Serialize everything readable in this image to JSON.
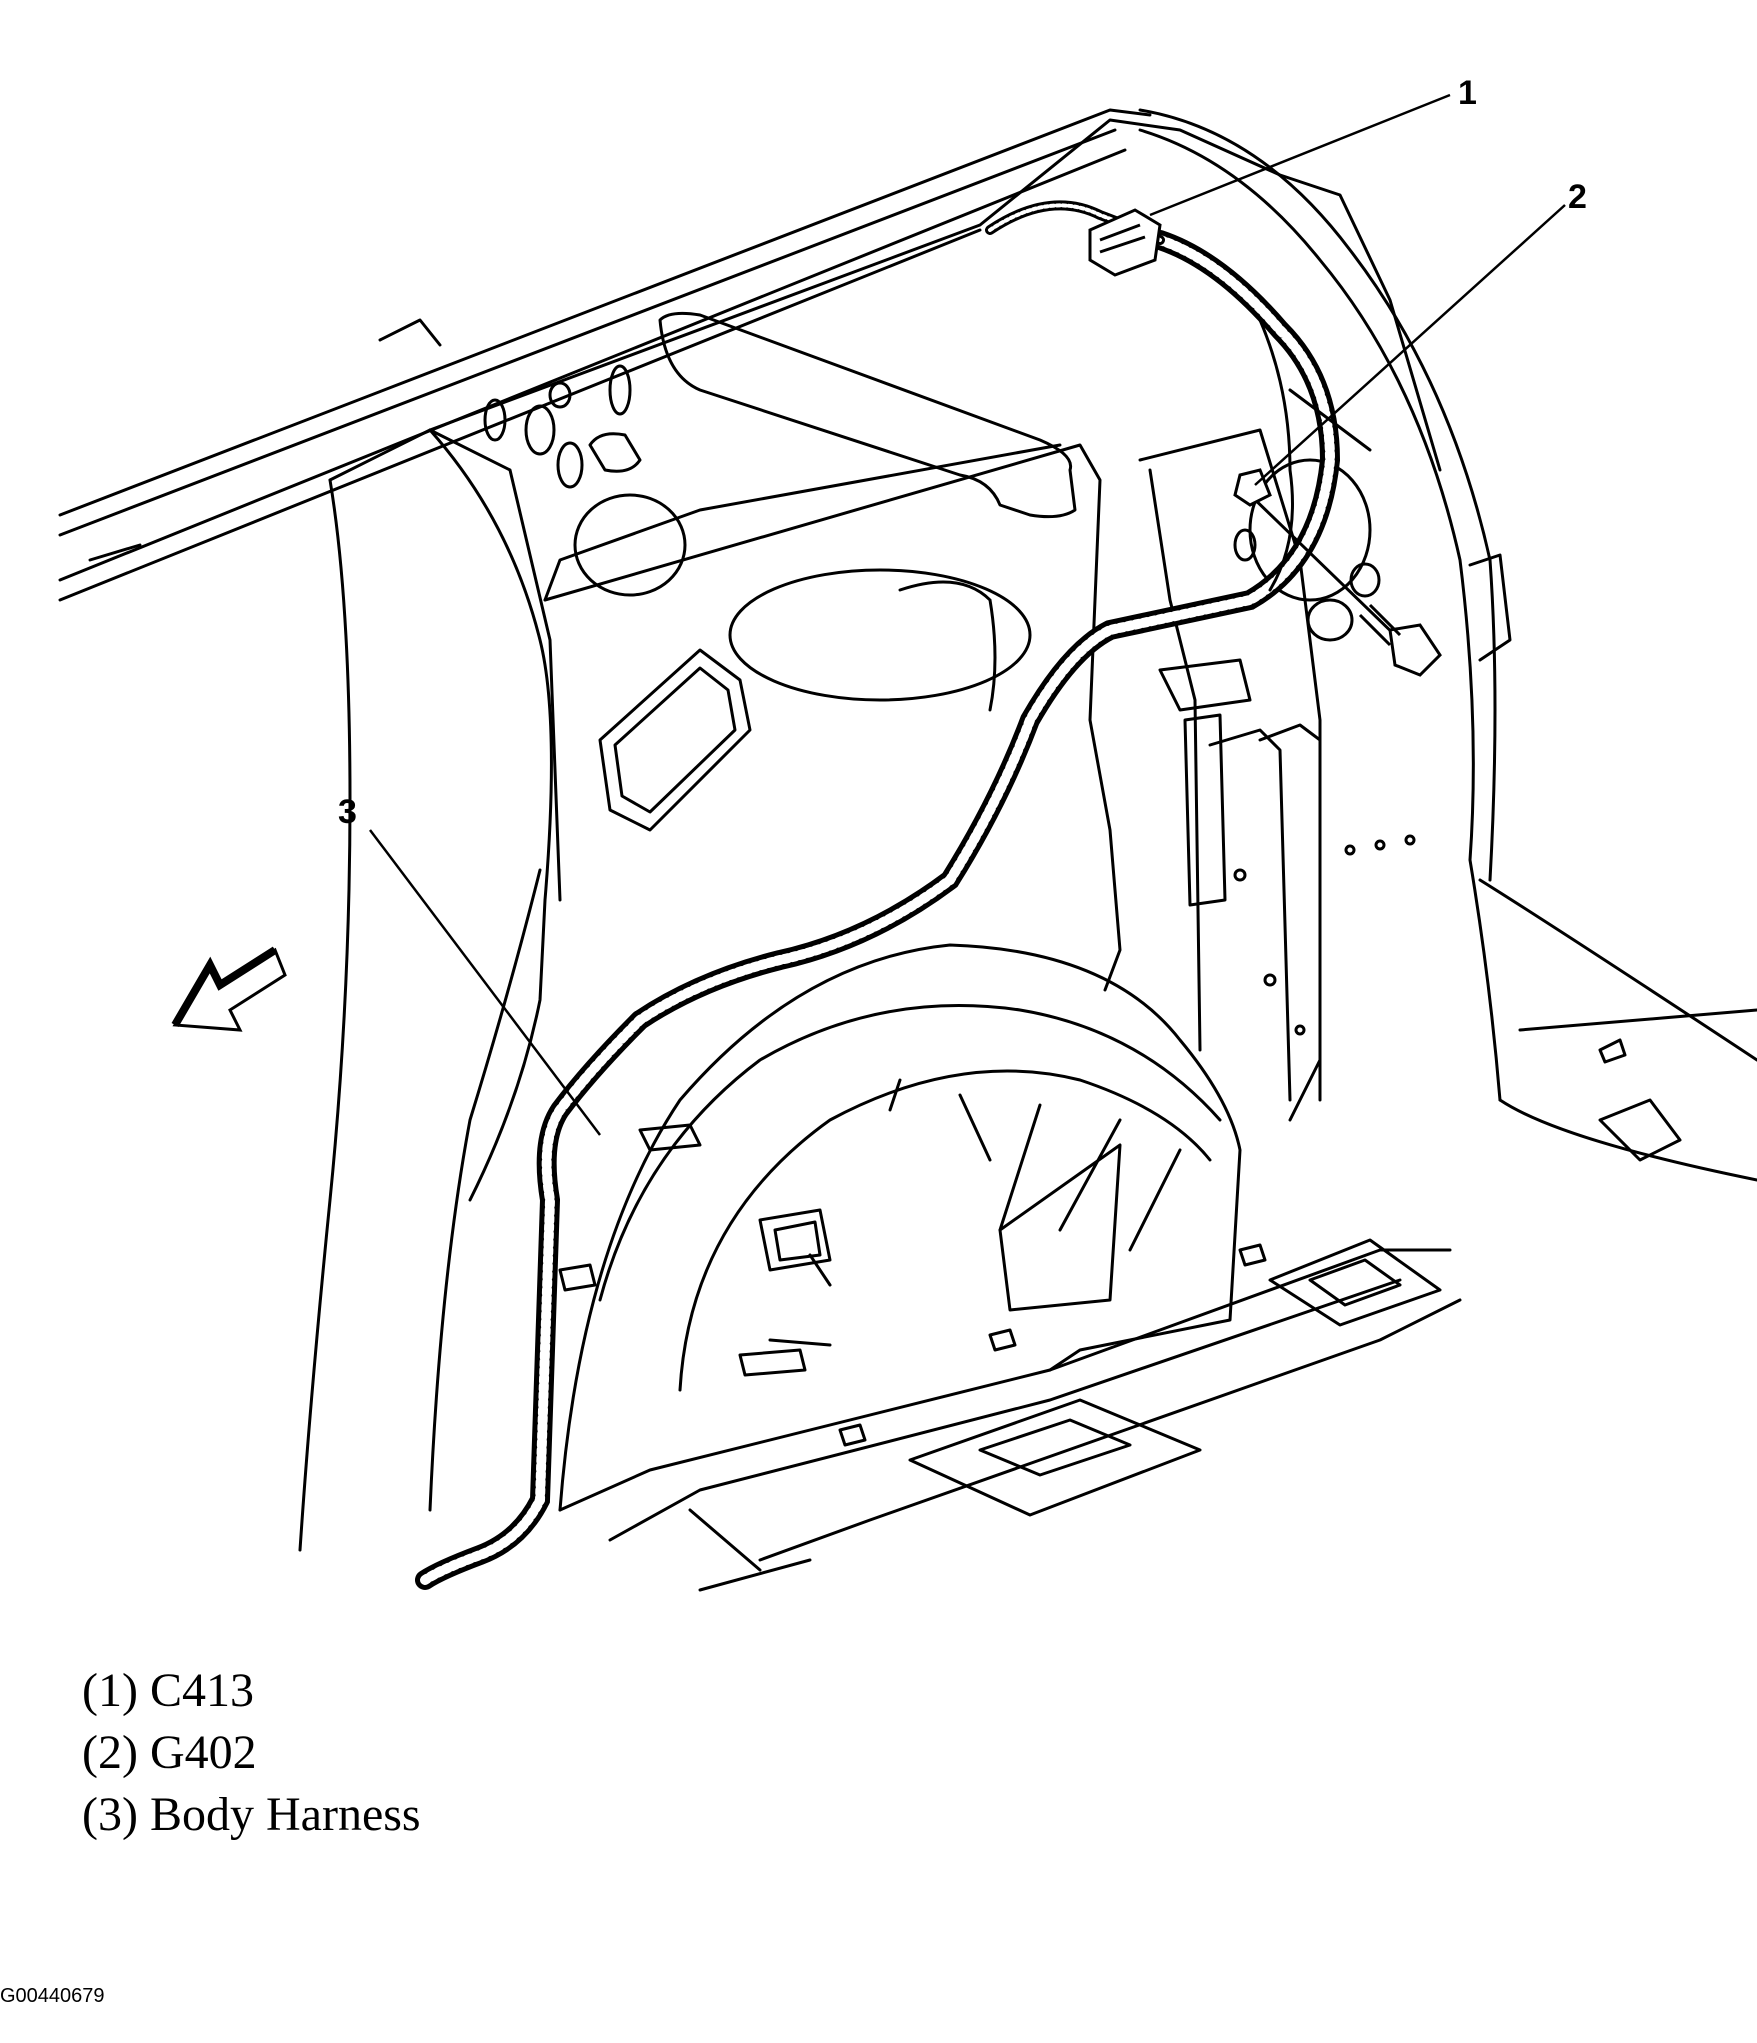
{
  "callouts": [
    {
      "number": "1",
      "label": "C413"
    },
    {
      "number": "2",
      "label": "G402"
    },
    {
      "number": "3",
      "label": "Body Harness"
    }
  ],
  "legend": [
    {
      "prefix": "(1)",
      "text": "C413"
    },
    {
      "prefix": "(2)",
      "text": "G402"
    },
    {
      "prefix": "(3)",
      "text": "Body Harness"
    }
  ],
  "figure_id": "G00440679",
  "icons": {
    "direction_arrow": "forward-arrow-icon",
    "connector": "connector-icon",
    "ground_bolt": "bolt-icon"
  }
}
